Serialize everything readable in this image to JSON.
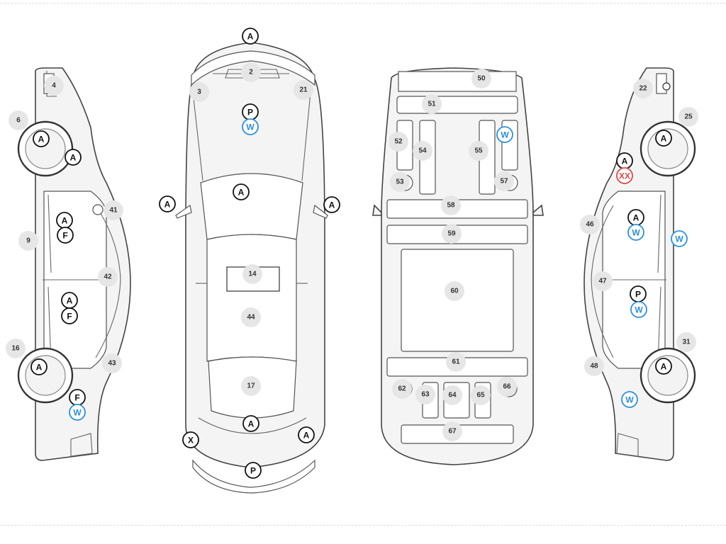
{
  "diagram": {
    "colors": {
      "default": "#111111",
      "W": "#2f8fd4",
      "XX": "#d94848"
    },
    "zones": [
      {
        "id": "zone-2",
        "label": "2"
      },
      {
        "id": "zone-3",
        "label": "3"
      },
      {
        "id": "zone-4",
        "label": "4"
      },
      {
        "id": "zone-6",
        "label": "6"
      },
      {
        "id": "zone-9",
        "label": "9"
      },
      {
        "id": "zone-14",
        "label": "14"
      },
      {
        "id": "zone-16",
        "label": "16"
      },
      {
        "id": "zone-17",
        "label": "17"
      },
      {
        "id": "zone-21",
        "label": "21"
      },
      {
        "id": "zone-22",
        "label": "22"
      },
      {
        "id": "zone-25",
        "label": "25"
      },
      {
        "id": "zone-31",
        "label": "31"
      },
      {
        "id": "zone-41",
        "label": "41"
      },
      {
        "id": "zone-42",
        "label": "42"
      },
      {
        "id": "zone-43",
        "label": "43"
      },
      {
        "id": "zone-44",
        "label": "44"
      },
      {
        "id": "zone-46",
        "label": "46"
      },
      {
        "id": "zone-47",
        "label": "47"
      },
      {
        "id": "zone-48",
        "label": "48"
      },
      {
        "id": "zone-50",
        "label": "50"
      },
      {
        "id": "zone-51",
        "label": "51"
      },
      {
        "id": "zone-52",
        "label": "52"
      },
      {
        "id": "zone-53",
        "label": "53"
      },
      {
        "id": "zone-54",
        "label": "54"
      },
      {
        "id": "zone-55",
        "label": "55"
      },
      {
        "id": "zone-57",
        "label": "57"
      },
      {
        "id": "zone-58",
        "label": "58"
      },
      {
        "id": "zone-59",
        "label": "59"
      },
      {
        "id": "zone-60",
        "label": "60"
      },
      {
        "id": "zone-61",
        "label": "61"
      },
      {
        "id": "zone-62",
        "label": "62"
      },
      {
        "id": "zone-63",
        "label": "63"
      },
      {
        "id": "zone-64",
        "label": "64"
      },
      {
        "id": "zone-65",
        "label": "65"
      },
      {
        "id": "zone-66",
        "label": "66"
      },
      {
        "id": "zone-67",
        "label": "67"
      }
    ],
    "marks": [
      {
        "id": "m01",
        "code": "A"
      },
      {
        "id": "m02",
        "code": "P"
      },
      {
        "id": "m03",
        "code": "W"
      },
      {
        "id": "m04",
        "code": "A"
      },
      {
        "id": "m05",
        "code": "A"
      },
      {
        "id": "m06",
        "code": "A"
      },
      {
        "id": "m07",
        "code": "A"
      },
      {
        "id": "m08",
        "code": "X"
      },
      {
        "id": "m09",
        "code": "A"
      },
      {
        "id": "m10",
        "code": "P"
      },
      {
        "id": "m11",
        "code": "A"
      },
      {
        "id": "m12",
        "code": "A"
      },
      {
        "id": "m13",
        "code": "A"
      },
      {
        "id": "m14",
        "code": "F"
      },
      {
        "id": "m15",
        "code": "A"
      },
      {
        "id": "m16",
        "code": "F"
      },
      {
        "id": "m17",
        "code": "A"
      },
      {
        "id": "m18",
        "code": "F"
      },
      {
        "id": "m19",
        "code": "W"
      },
      {
        "id": "m20",
        "code": "W"
      },
      {
        "id": "m21",
        "code": "A"
      },
      {
        "id": "m22",
        "code": "A"
      },
      {
        "id": "m23",
        "code": "XX"
      },
      {
        "id": "m24",
        "code": "A"
      },
      {
        "id": "m25",
        "code": "W"
      },
      {
        "id": "m26",
        "code": "W"
      },
      {
        "id": "m27",
        "code": "P"
      },
      {
        "id": "m28",
        "code": "W"
      },
      {
        "id": "m29",
        "code": "A"
      },
      {
        "id": "m30",
        "code": "W"
      }
    ]
  }
}
